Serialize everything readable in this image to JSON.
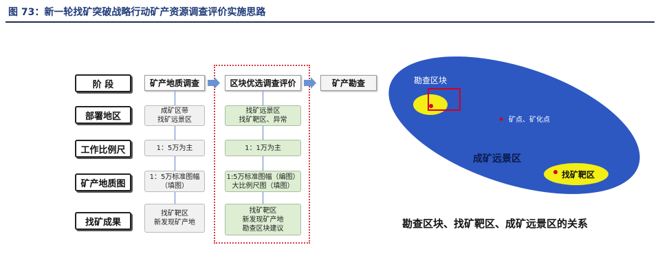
{
  "figure_title": "图 73：新一轮找矿突破战略行动矿产资源调查评价实施思路",
  "row_labels": [
    "阶 段",
    "部署地区",
    "工作比例尺",
    "矿产地质图",
    "找矿成果"
  ],
  "stages": {
    "stage1": "矿产地质调查",
    "stage2": "区块优选调查评价",
    "stage3": "矿产勘查"
  },
  "stage1_cells": {
    "deploy": [
      "成矿区带",
      "找矿远景区"
    ],
    "scale": [
      "1：5万为主"
    ],
    "map": [
      "1：5万标准图幅",
      "（填图）"
    ],
    "result": [
      "找矿靶区",
      "新发现矿产地"
    ]
  },
  "stage2_cells": {
    "deploy": [
      "找矿远景区",
      "找矿靶区、异常"
    ],
    "scale": [
      "1：1万为主"
    ],
    "map": [
      "1:5万标准图幅（编图）",
      "大比例尺图（填图）"
    ],
    "result": [
      "找矿靶区",
      "新发现矿产地",
      "勘查区块建议"
    ]
  },
  "ellipse_labels": {
    "block": "勘查区块",
    "points": "矿点、矿化点",
    "prospect": "成矿远景区",
    "target": "找矿靶区"
  },
  "relation_caption": "勘查区块、找矿靶区、成矿远景区的关系",
  "colors": {
    "ellipse_blue": "#2d58c2",
    "yellow": "#f3ee16",
    "red_box": "#d6001c",
    "arrow_blue": "#6b93d2",
    "title_blue": "#1f3a78"
  }
}
